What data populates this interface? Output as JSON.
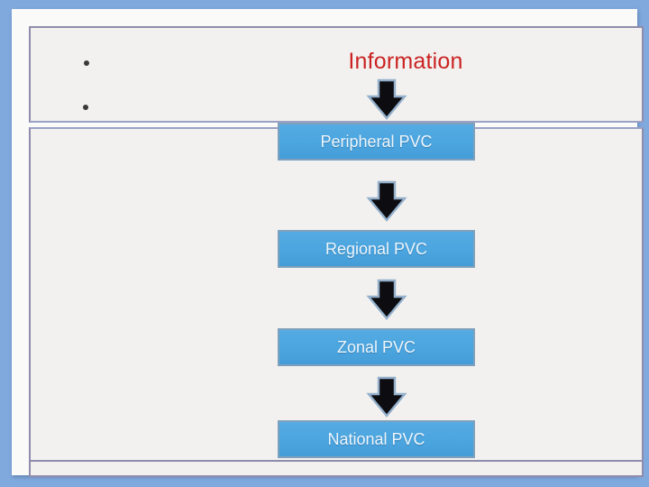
{
  "slide": {
    "title": {
      "text": "Information",
      "color": "#CB2323"
    },
    "bullet_list": {
      "count": 2
    },
    "flowchart": {
      "flow_direction": "down",
      "nodes": [
        {
          "label": "Peripheral PVC"
        },
        {
          "label": "Regional PVC"
        },
        {
          "label": "Zonal PVC"
        },
        {
          "label": "National PVC"
        }
      ],
      "node_fill": "#4BA5DF",
      "node_border": "#7FA0BC",
      "node_text_color": "#EDF6FC",
      "arrow_fill": "#0D0D11",
      "arrow_stroke": "#93AFCB"
    },
    "colors": {
      "canvas_background": "#80A9DE",
      "slide_background": "#FAFAF9",
      "frame_fill": "#F2F1EF",
      "frame_border": "#8F8CAC",
      "frame_divider": "#9BA1C6"
    }
  }
}
